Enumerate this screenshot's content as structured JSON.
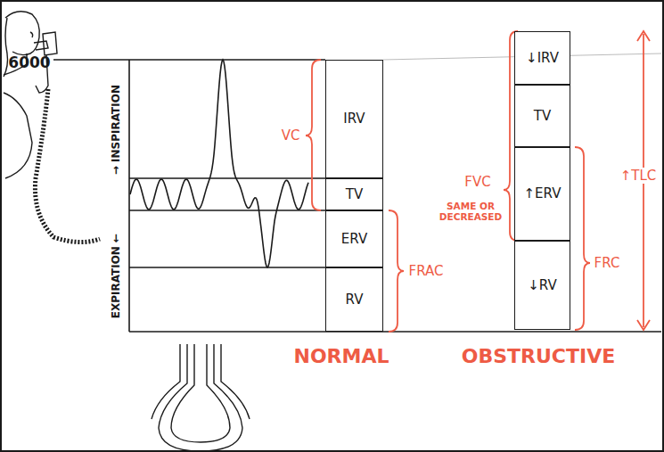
{
  "diagram": {
    "nodes": [
      {
        "text": [
          "IRV"
        ]
      },
      {
        "text": [
          "TV"
        ]
      },
      {
        "text": [
          "ERV"
        ]
      },
      {
        "text": [
          "RV"
        ]
      },
      {
        "text": [
          "↓IRV"
        ]
      },
      {
        "text": [
          "TV"
        ]
      },
      {
        "text": [
          "↑ERV"
        ]
      },
      {
        "text": [
          "↓RV"
        ]
      }
    ],
    "labels": [
      "6000",
      "→ INSPIRATION",
      "EXPIRATION ←",
      "VC",
      "FRAC",
      "NORMAL",
      "FVC",
      "SAME OR DECREASED",
      "FRC",
      "↑TLC",
      "OBSTRUCTIVE"
    ]
  }
}
